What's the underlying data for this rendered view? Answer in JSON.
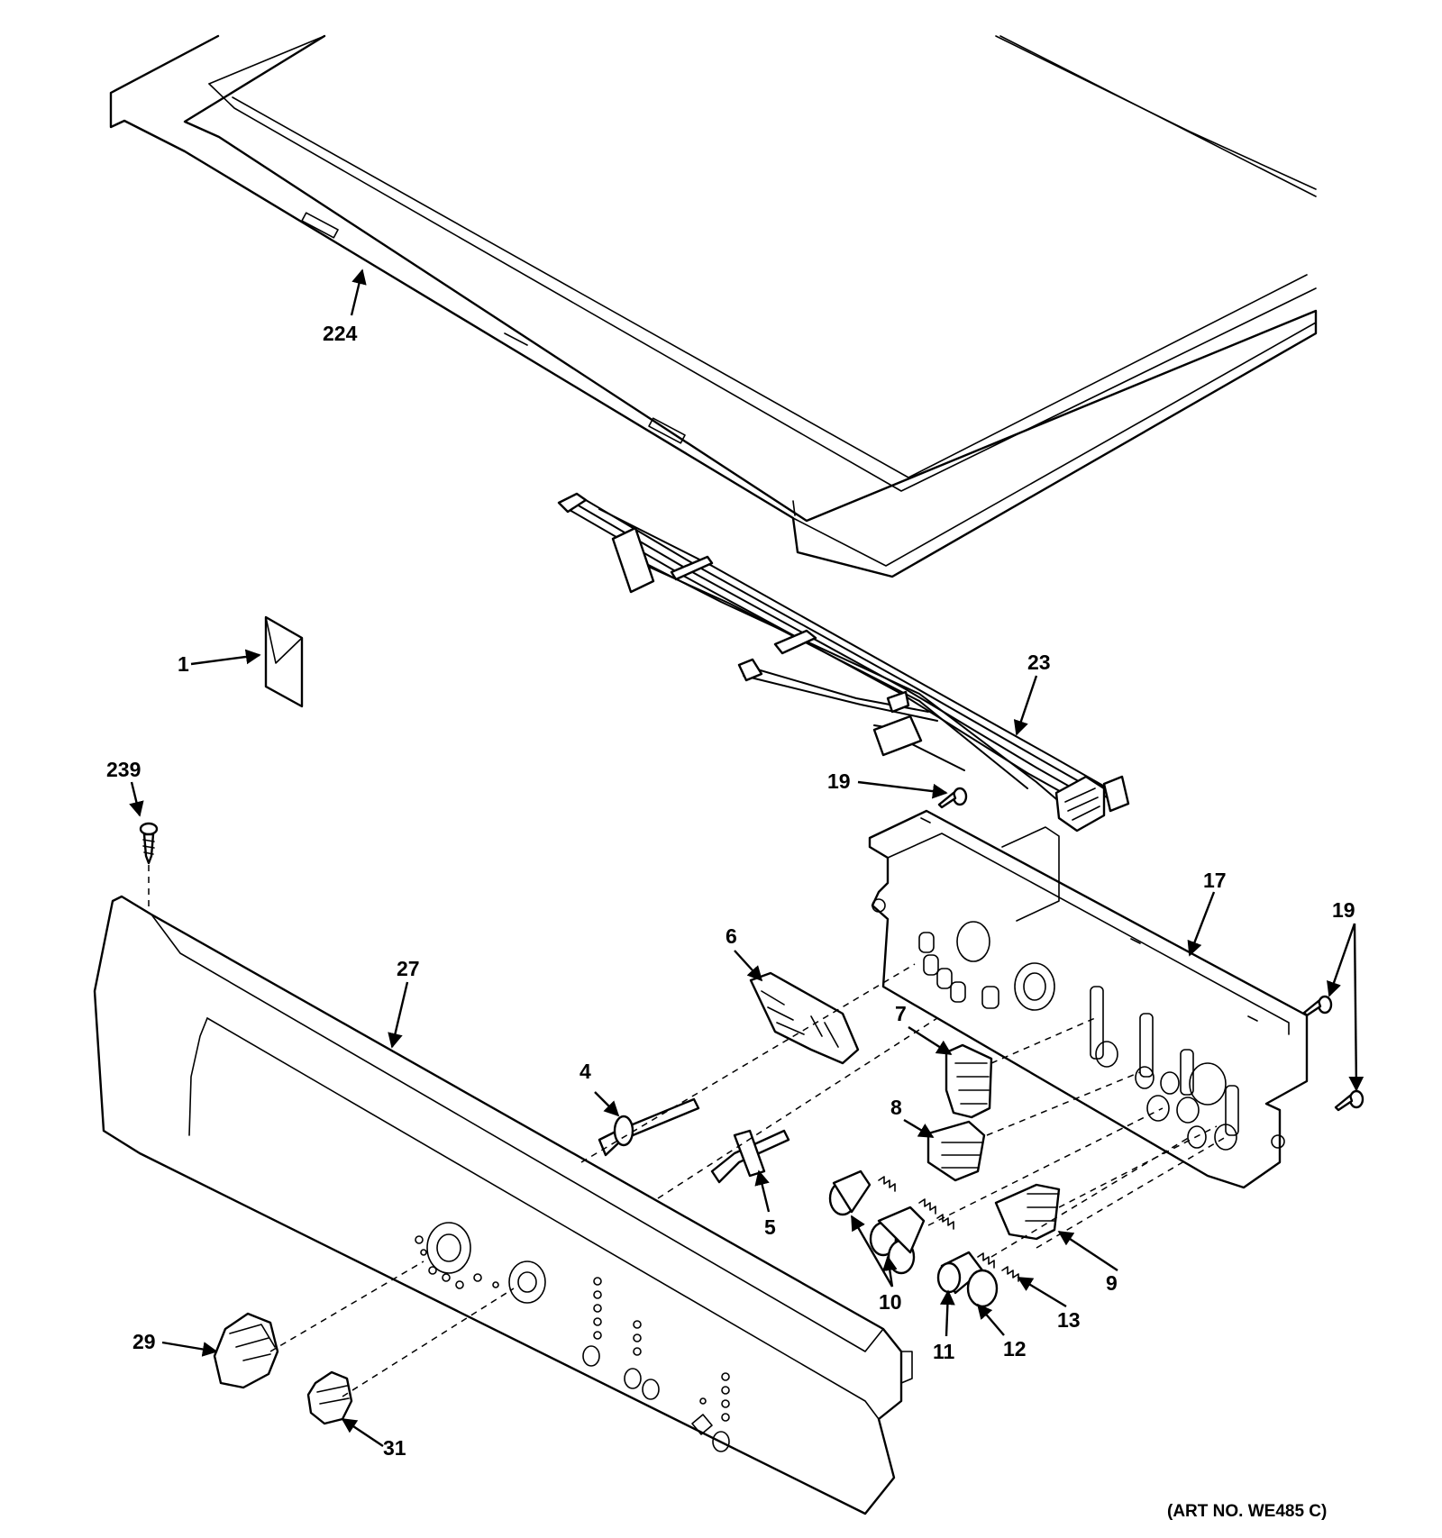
{
  "diagram": {
    "callouts": {
      "c224": "224",
      "c1": "1",
      "c23": "23",
      "c239": "239",
      "c19a": "19",
      "c17": "17",
      "c19b": "19",
      "c6": "6",
      "c27": "27",
      "c7": "7",
      "c4": "4",
      "c8": "8",
      "c5": "5",
      "c10": "10",
      "c9": "9",
      "c13": "13",
      "c12": "12",
      "c11": "11",
      "c29": "29",
      "c31": "31"
    },
    "art_number": "(ART NO. WE485 C)"
  }
}
